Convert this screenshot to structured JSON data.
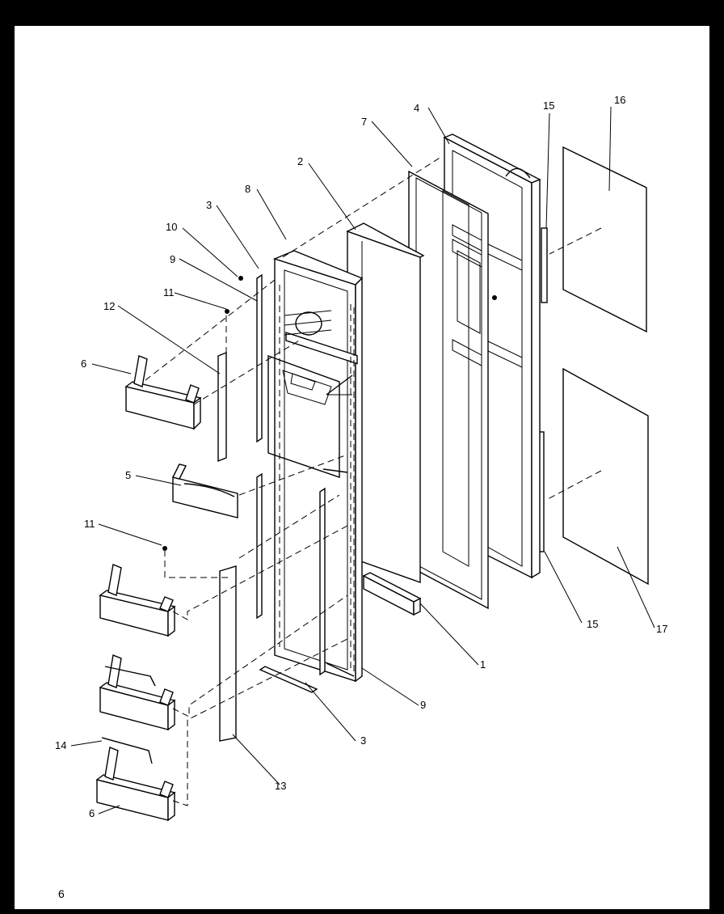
{
  "diagram": {
    "page_number": "6",
    "callouts": [
      "1",
      "2",
      "3",
      "3",
      "4",
      "5",
      "6",
      "6",
      "7",
      "8",
      "9",
      "9",
      "10",
      "11",
      "11",
      "12",
      "13",
      "14",
      "15",
      "15",
      "16",
      "17"
    ]
  }
}
